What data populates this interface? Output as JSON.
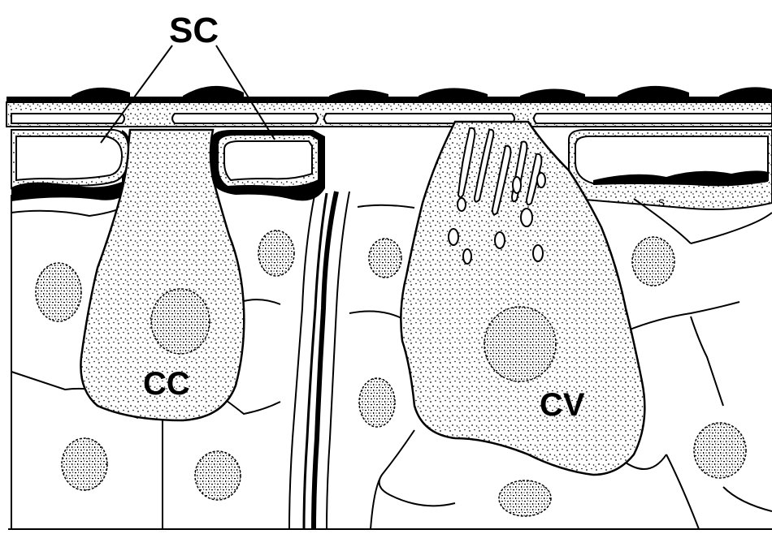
{
  "labels": {
    "sc": "SC",
    "cc": "CC",
    "cv": "CV",
    "s": "s"
  },
  "colors": {
    "ink": "#000000",
    "paper": "#ffffff"
  }
}
